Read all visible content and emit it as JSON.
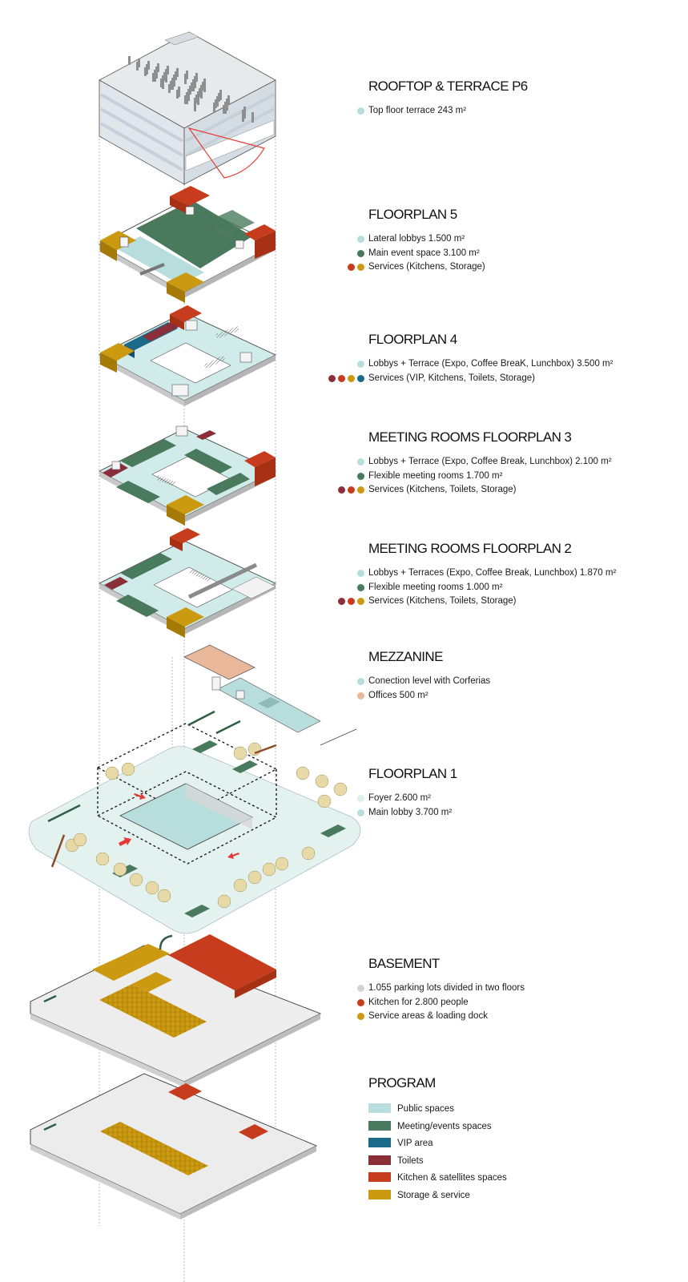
{
  "colors": {
    "public": "#b7dedc",
    "public_light": "#dcefee",
    "meeting": "#4a7a5e",
    "vip": "#1c6a8a",
    "toilets": "#8a2f3a",
    "kitchen": "#c63c1c",
    "storage": "#cc9a10",
    "offices": "#e9b79a",
    "parking": "#d4d4d4",
    "facade": "#dfe6ec"
  },
  "sections": [
    {
      "key": "p6",
      "title": "ROOFTOP & TERRACE P6",
      "items": [
        {
          "dots": [
            "public"
          ],
          "text": "Top floor terrace 243 m²"
        }
      ]
    },
    {
      "key": "p5",
      "title": "FLOORPLAN 5",
      "items": [
        {
          "dots": [
            "public"
          ],
          "text": "Lateral lobbys 1.500 m²"
        },
        {
          "dots": [
            "meeting"
          ],
          "text": "Main event space  3.100 m²"
        },
        {
          "dots": [
            "kitchen",
            "storage"
          ],
          "text": "Services  (Kitchens, Storage)"
        }
      ]
    },
    {
      "key": "p4",
      "title": "FLOORPLAN 4",
      "items": [
        {
          "dots": [
            "public"
          ],
          "text": "Lobbys + Terrace   (Expo, Coffee BreaK, Lunchbox)   3.500 m²"
        },
        {
          "dots": [
            "toilets",
            "kitchen",
            "storage",
            "vip"
          ],
          "text": "Services (VIP, Kitchens, Toilets, Storage)"
        }
      ]
    },
    {
      "key": "p3",
      "title": "MEETING ROOMS FLOORPLAN 3",
      "items": [
        {
          "dots": [
            "public"
          ],
          "text": "Lobbys + Terrace   (Expo, Coffee Break, Lunchbox)  2.100 m²"
        },
        {
          "dots": [
            "meeting"
          ],
          "text": "Flexible meeting rooms 1.700 m²"
        },
        {
          "dots": [
            "toilets",
            "kitchen",
            "storage"
          ],
          "text": "Services (Kitchens, Toilets, Storage)"
        }
      ]
    },
    {
      "key": "p2",
      "title": "MEETING ROOMS FLOORPLAN 2",
      "items": [
        {
          "dots": [
            "public"
          ],
          "text": "Lobbys + Terraces  (Expo, Coffee Break, Lunchbox)  1.870 m²"
        },
        {
          "dots": [
            "meeting"
          ],
          "text": "Flexible meeting rooms  1.000 m²"
        },
        {
          "dots": [
            "toilets",
            "kitchen",
            "storage"
          ],
          "text": "Services  (Kitchens, Toilets, Storage)"
        }
      ]
    },
    {
      "key": "mz",
      "title": "MEZZANINE",
      "items": [
        {
          "dots": [
            "public"
          ],
          "text": "Conection level with Corferias"
        },
        {
          "dots": [
            "offices"
          ],
          "text": "Offices 500 m²"
        }
      ]
    },
    {
      "key": "p1",
      "title": "FLOORPLAN 1",
      "items": [
        {
          "dots": [
            "public_light"
          ],
          "text": "Foyer 2.600 m²"
        },
        {
          "dots": [
            "public"
          ],
          "text": "Main lobby 3.700 m²"
        }
      ]
    },
    {
      "key": "bs",
      "title": "BASEMENT",
      "items": [
        {
          "dots": [
            "parking"
          ],
          "text": "1.055 parking lots divided in two floors"
        },
        {
          "dots": [
            "kitchen"
          ],
          "text": "Kitchen for 2.800 people"
        },
        {
          "dots": [
            "storage"
          ],
          "text": "Service areas & loading dock"
        }
      ]
    }
  ],
  "program": {
    "title": "PROGRAM",
    "items": [
      {
        "color": "public",
        "label": "Public spaces"
      },
      {
        "color": "meeting",
        "label": "Meeting/events spaces"
      },
      {
        "color": "vip",
        "label": "VIP area"
      },
      {
        "color": "toilets",
        "label": "Toilets"
      },
      {
        "color": "kitchen",
        "label": "Kitchen & satellites spaces"
      },
      {
        "color": "storage",
        "label": "Storage & service"
      }
    ]
  }
}
